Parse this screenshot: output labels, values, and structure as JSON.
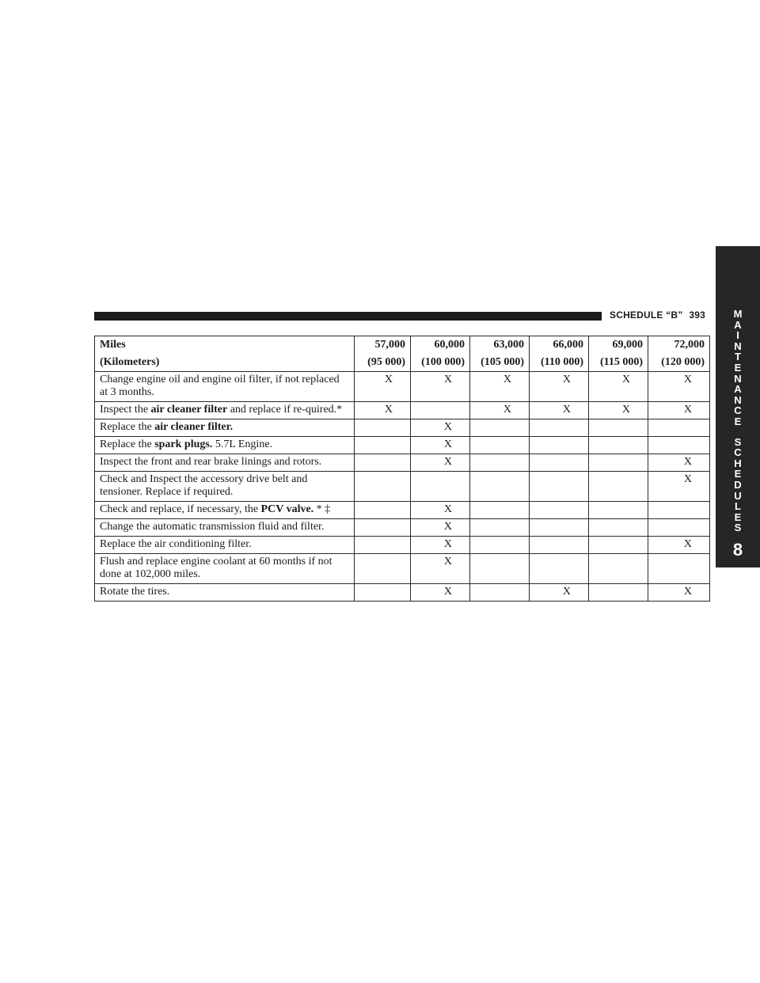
{
  "running_head": {
    "title": "SCHEDULE “B”",
    "page_number": "393"
  },
  "side_tab": {
    "letters": [
      "M",
      "A",
      "I",
      "N",
      "T",
      "E",
      "N",
      "A",
      "N",
      "C",
      "E",
      "",
      "S",
      "C",
      "H",
      "E",
      "D",
      "U",
      "L",
      "E",
      "S"
    ],
    "chapter": "8"
  },
  "table": {
    "header_label": "Miles",
    "header_sublabel": "(Kilometers)",
    "columns": [
      {
        "miles": "57,000",
        "km": "(95 000)"
      },
      {
        "miles": "60,000",
        "km": "(100 000)"
      },
      {
        "miles": "63,000",
        "km": "(105 000)"
      },
      {
        "miles": "66,000",
        "km": "(110 000)"
      },
      {
        "miles": "69,000",
        "km": "(115 000)"
      },
      {
        "miles": "72,000",
        "km": "(120 000)"
      }
    ],
    "rows": [
      {
        "pre": "Change engine oil and engine oil filter, if not replaced at 3 months.",
        "bold": "",
        "post": "",
        "marks": [
          "X",
          "X",
          "X",
          "X",
          "X",
          "X"
        ]
      },
      {
        "pre": "Inspect the ",
        "bold": "air cleaner filter",
        "post": " and replace if re-quired.*",
        "marks": [
          "X",
          "",
          "X",
          "X",
          "X",
          "X"
        ]
      },
      {
        "pre": "Replace the ",
        "bold": "air cleaner filter.",
        "post": "",
        "marks": [
          "",
          "X",
          "",
          "",
          "",
          ""
        ]
      },
      {
        "pre": "Replace the ",
        "bold": "spark plugs.",
        "post": " 5.7L Engine.",
        "marks": [
          "",
          "X",
          "",
          "",
          "",
          ""
        ]
      },
      {
        "pre": "Inspect the front and rear brake linings and rotors.",
        "bold": "",
        "post": "",
        "marks": [
          "",
          "X",
          "",
          "",
          "",
          "X"
        ]
      },
      {
        "pre": "Check and Inspect the accessory drive belt and tensioner. Replace if required.",
        "bold": "",
        "post": "",
        "marks": [
          "",
          "",
          "",
          "",
          "",
          "X"
        ]
      },
      {
        "pre": "Check and replace, if necessary, the ",
        "bold": "PCV valve.",
        "post": " * ‡",
        "marks": [
          "",
          "X",
          "",
          "",
          "",
          ""
        ]
      },
      {
        "pre": "Change the automatic transmission fluid and filter.",
        "bold": "",
        "post": "",
        "marks": [
          "",
          "X",
          "",
          "",
          "",
          ""
        ]
      },
      {
        "pre": "Replace the air conditioning filter.",
        "bold": "",
        "post": "",
        "marks": [
          "",
          "X",
          "",
          "",
          "",
          "X"
        ]
      },
      {
        "pre": "Flush and replace engine coolant at 60 months if not done at 102,000 miles.",
        "bold": "",
        "post": "",
        "marks": [
          "",
          "X",
          "",
          "",
          "",
          ""
        ]
      },
      {
        "pre": "Rotate the tires.",
        "bold": "",
        "post": "",
        "marks": [
          "",
          "X",
          "",
          "X",
          "",
          "X"
        ]
      }
    ]
  }
}
